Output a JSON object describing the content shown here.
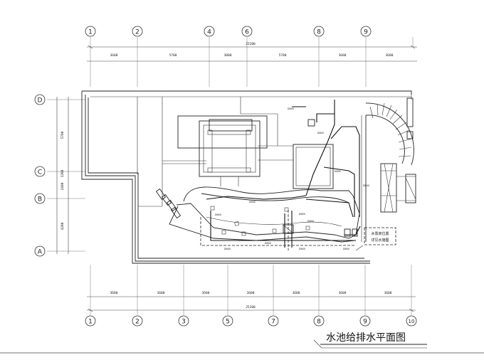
{
  "title": "水池给排水平面图",
  "top_axes": [
    "1",
    "2",
    "4",
    "6",
    "8",
    "9"
  ],
  "bottom_axes": [
    "1",
    "2",
    "3",
    "5",
    "7",
    "8",
    "9",
    "10"
  ],
  "left_axes": [
    "D",
    "C",
    "B",
    "A"
  ],
  "top_dimensions": [
    "3600",
    "5700",
    "3000",
    "5700",
    "3600",
    "3600"
  ],
  "top_total": "25200",
  "bottom_dimensions": [
    "3600",
    "3600",
    "3600",
    "3600",
    "3600",
    "3600",
    "3600"
  ],
  "bottom_total": "25200",
  "left_dimensions": [
    "5700",
    "1200",
    "2400",
    "4200"
  ],
  "note_lines": [
    "水泵房位置",
    "详见水施图"
  ],
  "pipe_labels": [
    "DN50",
    "DN50",
    "DN50",
    "DN40",
    "DN50",
    "DN40",
    "DN50",
    "DN50",
    "DN40",
    "DN50",
    "DN50",
    "DN50"
  ]
}
